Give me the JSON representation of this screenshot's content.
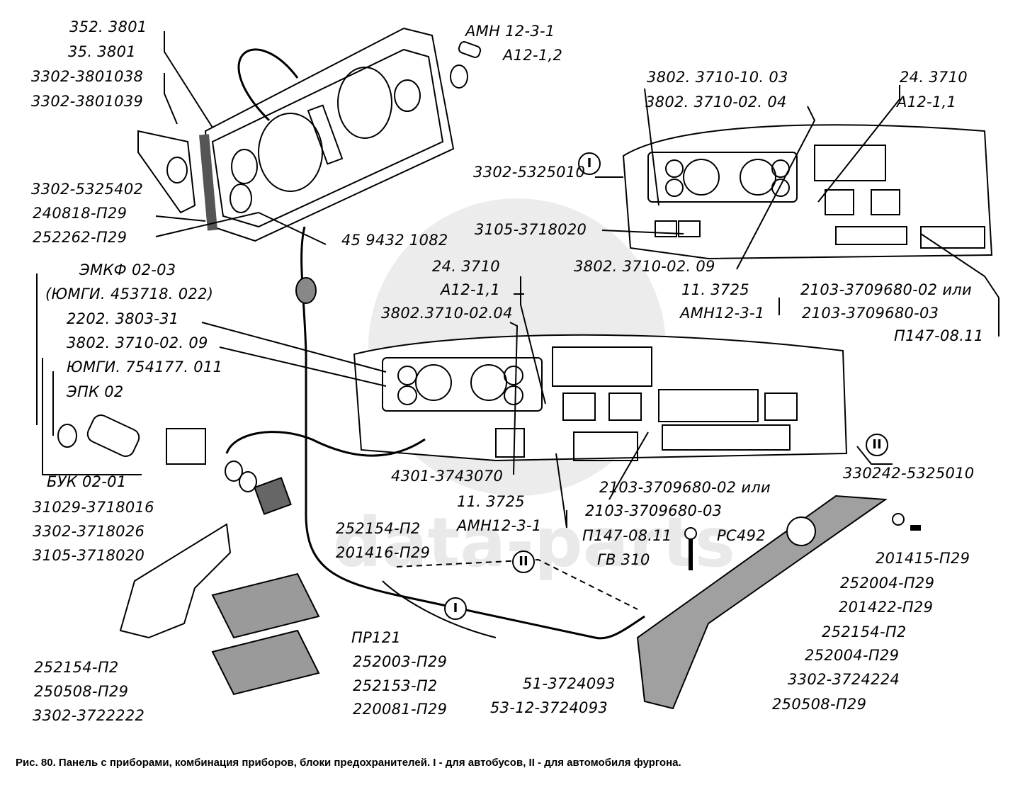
{
  "figure": {
    "caption": "Рис. 80. Панель с приборами, комбинация приборов, блоки предохранителей. I - для автобусов, II - для автомобиля фургона.",
    "watermark": "data-parts",
    "variant_markers": [
      "I",
      "II"
    ]
  },
  "labels": {
    "instrument_cluster": {
      "l1": "352. 3801",
      "l2": "35. 3801",
      "l3": "3302-3801038",
      "l4": "3302-3801039",
      "l5": "3302-5325402",
      "l6": "240818-П29",
      "l7": "252262-П29",
      "l8": "45 9432 1082"
    },
    "bulbs": {
      "l1": "АМН 12-3-1",
      "l2": "А12-1,2"
    },
    "panel_I": {
      "l1": "3802. 3710-10. 03",
      "l2": "3802. 3710-02. 04",
      "l3": "24. 3710",
      "l4": "А12-1,1",
      "l5": "3302-5325010",
      "l6": "3105-3718020",
      "l7": "3802. 3710-02. 09",
      "l8": "11. 3725",
      "l9": "АМН12-3-1",
      "l10": "2103-3709680-02 или",
      "l11": "2103-3709680-03",
      "l12": "П147-08.11"
    },
    "left_column": {
      "l1": "ЭМКФ 02-03",
      "l2": "(ЮМГИ. 453718. 022)",
      "l3": "2202. 3803-31",
      "l4": "3802. 3710-02. 09",
      "l5": "ЮМГИ. 754177. 011",
      "l6": "ЭПК 02",
      "l7": "БУК 02-01",
      "l8": "31029-3718016",
      "l9": "3302-3718026",
      "l10": "3105-3718020",
      "l11": "252154-П2",
      "l12": "250508-П29",
      "l13": "3302-3722222"
    },
    "panel_II": {
      "l1": "24. 3710",
      "l2": "А12-1,1",
      "l3": "3802.3710-02.04",
      "l4": "4301-3743070",
      "l5": "11. 3725",
      "l6": "АМН12-3-1",
      "l7": "2103-3709680-02 или",
      "l8": "2103-3709680-03",
      "l9": "П147-08.11",
      "l10": "330242-5325010",
      "l11": "РС492",
      "l12": "ГВ 310"
    },
    "lower": {
      "l1": "252154-П2",
      "l2": "201416-П29",
      "l3": "ПР121",
      "l4": "252003-П29",
      "l5": "252153-П2",
      "l6": "220081-П29",
      "l7": "51-3724093",
      "l8": "53-12-3724093"
    },
    "bracket": {
      "l1": "201415-П29",
      "l2": "252004-П29",
      "l3": "201422-П29",
      "l4": "252154-П2",
      "l5": "252004-П29",
      "l6": "3302-3724224",
      "l7": "250508-П29"
    }
  }
}
